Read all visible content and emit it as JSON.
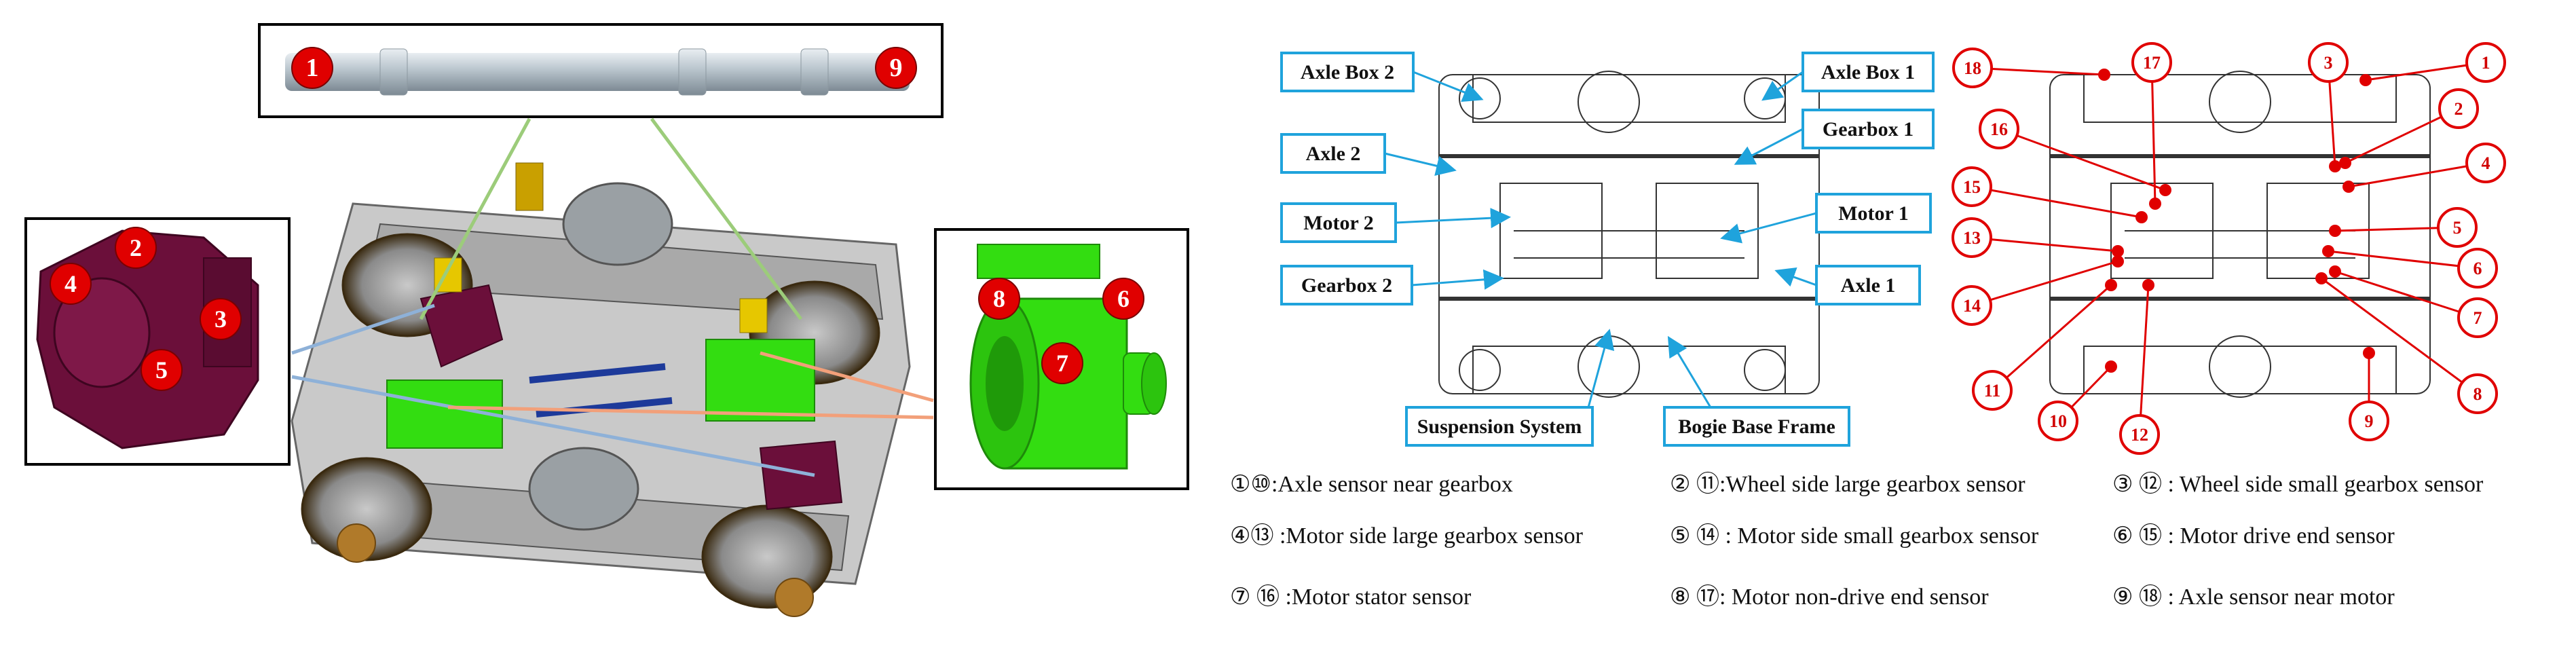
{
  "left_figure": {
    "axle_markers": [
      "1",
      "9"
    ],
    "gearbox_markers": [
      "2",
      "3",
      "4",
      "5"
    ],
    "motor_markers": [
      "6",
      "7",
      "8"
    ]
  },
  "middle_figure": {
    "labels": {
      "axle_box_2": "Axle Box 2",
      "axle_box_1": "Axle Box 1",
      "gearbox_1": "Gearbox 1",
      "axle_2": "Axle 2",
      "motor_2": "Motor 2",
      "motor_1": "Motor 1",
      "gearbox_2": "Gearbox 2",
      "axle_1": "Axle 1",
      "suspension_system": "Suspension System",
      "bogie_base_frame": "Bogie Base Frame"
    }
  },
  "right_figure": {
    "sensor_numbers": [
      "1",
      "2",
      "3",
      "4",
      "5",
      "6",
      "7",
      "8",
      "9",
      "10",
      "11",
      "12",
      "13",
      "14",
      "15",
      "16",
      "17",
      "18"
    ]
  },
  "legend": {
    "row1": [
      "①⑩:Axle sensor near gearbox",
      "② ⑪:Wheel side large gearbox sensor",
      "③ ⑫ : Wheel side small gearbox sensor"
    ],
    "row2": [
      "④⑬ :Motor side large gearbox sensor",
      "⑤ ⑭ : Motor side small gearbox sensor",
      "⑥ ⑮ : Motor drive end sensor"
    ],
    "row3": [
      "⑦ ⑯ :Motor stator sensor",
      "⑧ ⑰: Motor non-drive end sensor",
      "⑨ ⑱ : Axle sensor near motor"
    ]
  },
  "colors": {
    "callout_blue": "#1fa3dc",
    "marker_red": "#e00000",
    "gearbox_purple": "#6b0f3a",
    "motor_green": "#33dd11",
    "axle_steel": "#b8c4cc"
  }
}
